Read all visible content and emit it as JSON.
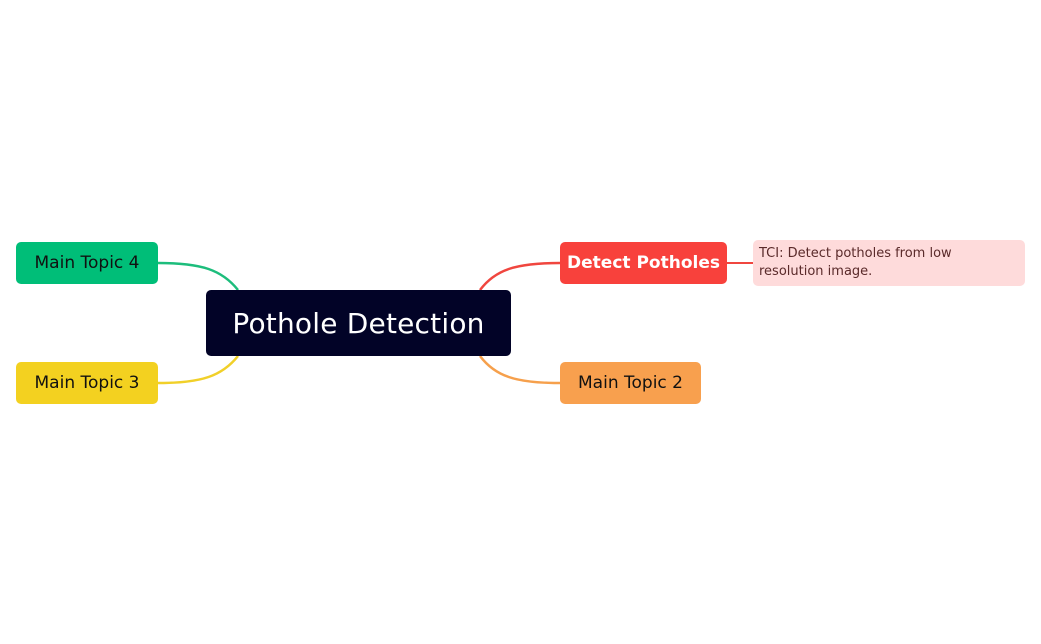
{
  "mindmap": {
    "central": {
      "label": "Pothole Detection",
      "bg": "#020327",
      "text_color": "#ffffff"
    },
    "topics": {
      "detect": {
        "label": "Detect Potholes",
        "bg": "#f8413c",
        "text_color": "#ffffff",
        "line": "#f0463f"
      },
      "topic2": {
        "label": "Main Topic 2",
        "bg": "#f8a04e",
        "text_color": "#111111",
        "line": "#f6a04c"
      },
      "topic4": {
        "label": "Main Topic 4",
        "bg": "#00be78",
        "text_color": "#111111",
        "line": "#1dbd7c"
      },
      "topic3": {
        "label": "Main Topic 3",
        "bg": "#f3d120",
        "text_color": "#111111",
        "line": "#f1d029"
      }
    },
    "note": {
      "text": "TCI: Detect potholes from low resolution image.",
      "bg": "#fedbdb",
      "text_color": "#5a2a2a"
    }
  }
}
